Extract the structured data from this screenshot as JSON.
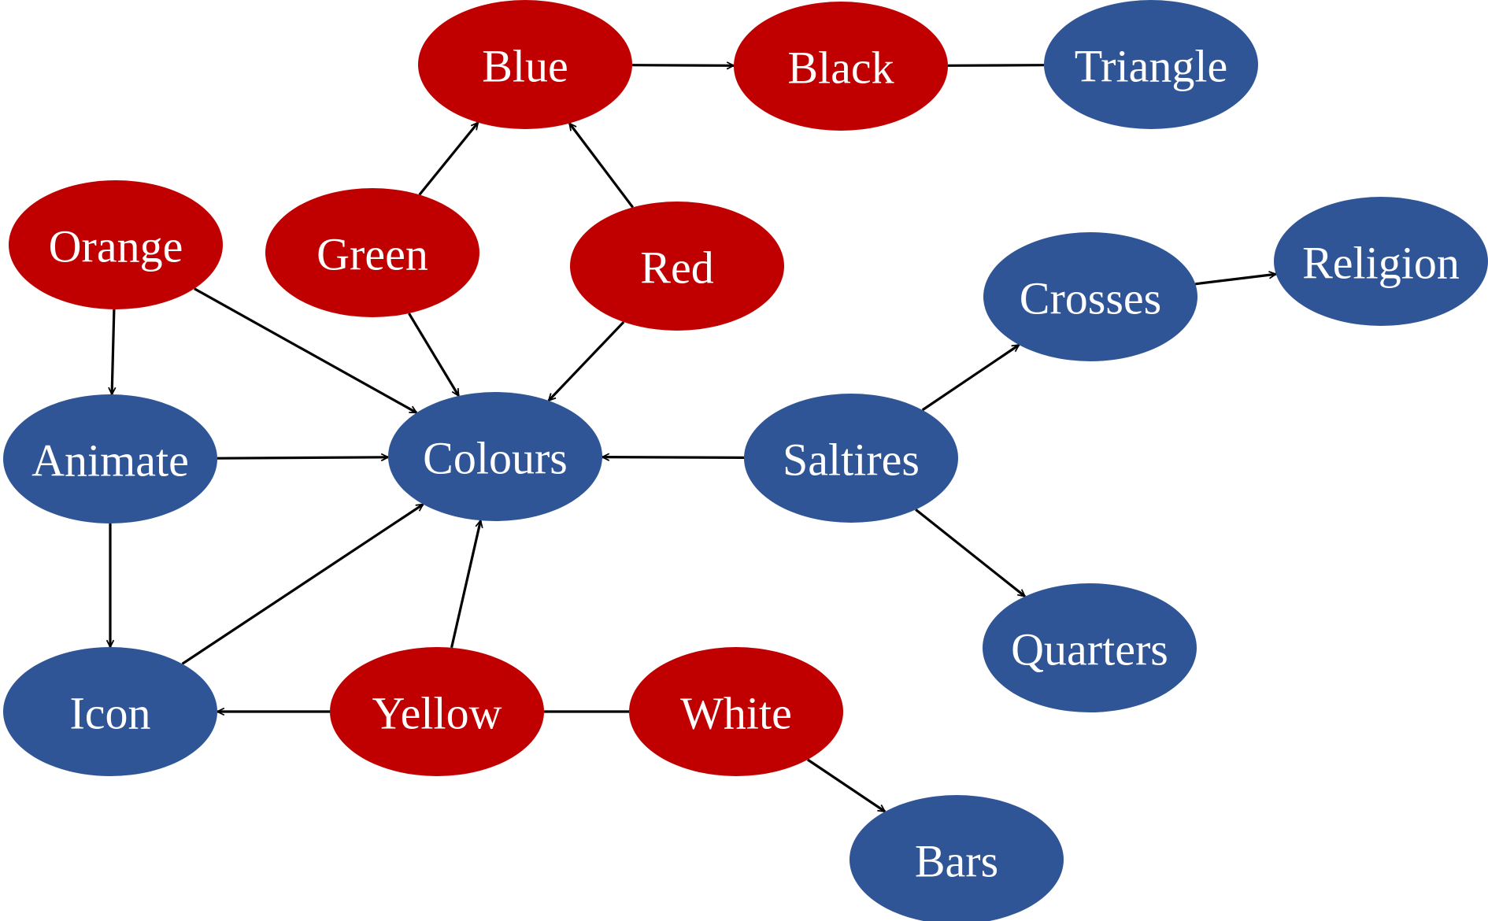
{
  "colors": {
    "red_node": "#c00000",
    "blue_node": "#2f5597",
    "text": "#ffffff",
    "edge": "#000000"
  },
  "nodes": [
    {
      "id": "blue",
      "label": "Blue",
      "color": "red_node"
    },
    {
      "id": "black",
      "label": "Black",
      "color": "red_node"
    },
    {
      "id": "triangle",
      "label": "Triangle",
      "color": "blue_node"
    },
    {
      "id": "orange",
      "label": "Orange",
      "color": "red_node"
    },
    {
      "id": "green",
      "label": "Green",
      "color": "red_node"
    },
    {
      "id": "red",
      "label": "Red",
      "color": "red_node"
    },
    {
      "id": "crosses",
      "label": "Crosses",
      "color": "blue_node"
    },
    {
      "id": "religion",
      "label": "Religion",
      "color": "blue_node"
    },
    {
      "id": "animate",
      "label": "Animate",
      "color": "blue_node"
    },
    {
      "id": "colours",
      "label": "Colours",
      "color": "blue_node"
    },
    {
      "id": "saltires",
      "label": "Saltires",
      "color": "blue_node"
    },
    {
      "id": "quarters",
      "label": "Quarters",
      "color": "blue_node"
    },
    {
      "id": "icon",
      "label": "Icon",
      "color": "blue_node"
    },
    {
      "id": "yellow",
      "label": "Yellow",
      "color": "red_node"
    },
    {
      "id": "white",
      "label": "White",
      "color": "red_node"
    },
    {
      "id": "bars",
      "label": "Bars",
      "color": "blue_node"
    }
  ],
  "edges": [
    {
      "from": "blue",
      "to": "black",
      "directed": true
    },
    {
      "from": "black",
      "to": "triangle",
      "directed": false
    },
    {
      "from": "green",
      "to": "blue",
      "directed": true
    },
    {
      "from": "red",
      "to": "blue",
      "directed": true
    },
    {
      "from": "orange",
      "to": "animate",
      "directed": true
    },
    {
      "from": "orange",
      "to": "colours",
      "directed": true
    },
    {
      "from": "green",
      "to": "colours",
      "directed": true
    },
    {
      "from": "red",
      "to": "colours",
      "directed": true
    },
    {
      "from": "animate",
      "to": "colours",
      "directed": true
    },
    {
      "from": "saltires",
      "to": "colours",
      "directed": true
    },
    {
      "from": "saltires",
      "to": "crosses",
      "directed": true
    },
    {
      "from": "crosses",
      "to": "religion",
      "directed": true
    },
    {
      "from": "saltires",
      "to": "quarters",
      "directed": true
    },
    {
      "from": "animate",
      "to": "icon",
      "directed": true
    },
    {
      "from": "icon",
      "to": "colours",
      "directed": true
    },
    {
      "from": "yellow",
      "to": "colours",
      "directed": true
    },
    {
      "from": "yellow",
      "to": "icon",
      "directed": true
    },
    {
      "from": "yellow",
      "to": "white",
      "directed": false
    },
    {
      "from": "white",
      "to": "bars",
      "directed": true
    }
  ]
}
